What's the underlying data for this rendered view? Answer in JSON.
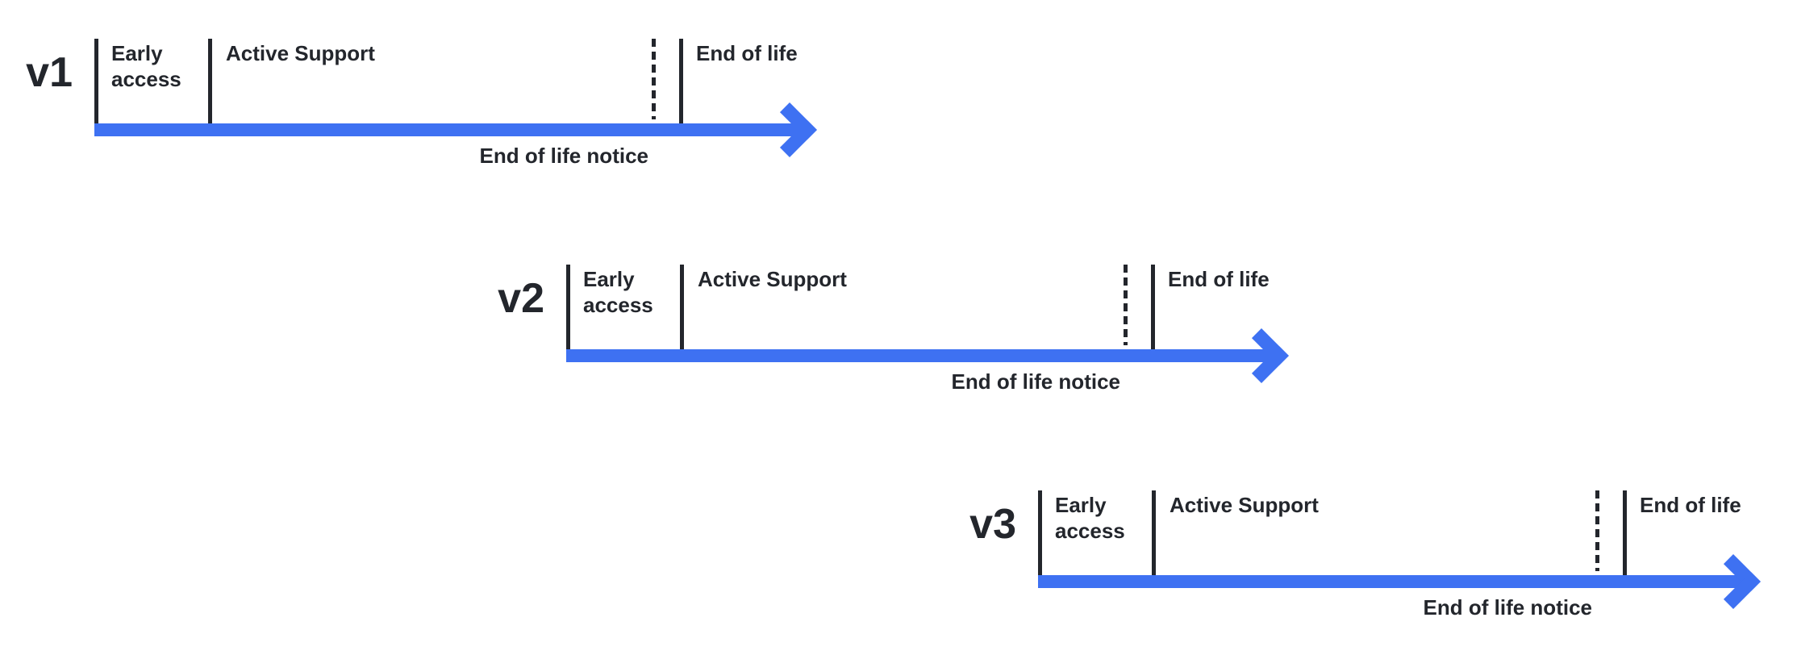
{
  "colors": {
    "accent_blue": "#3E71F2",
    "ink": "#23262C"
  },
  "timelines": [
    {
      "version": "v1",
      "early_access_label": "Early\naccess",
      "active_support_label": "Active Support",
      "end_of_life_label": "End of life",
      "eol_notice_label": "End of life notice"
    },
    {
      "version": "v2",
      "early_access_label": "Early\naccess",
      "active_support_label": "Active Support",
      "end_of_life_label": "End of life",
      "eol_notice_label": "End of life notice"
    },
    {
      "version": "v3",
      "early_access_label": "Early\naccess",
      "active_support_label": "Active Support",
      "end_of_life_label": "End of life",
      "eol_notice_label": "End of life notice"
    }
  ]
}
